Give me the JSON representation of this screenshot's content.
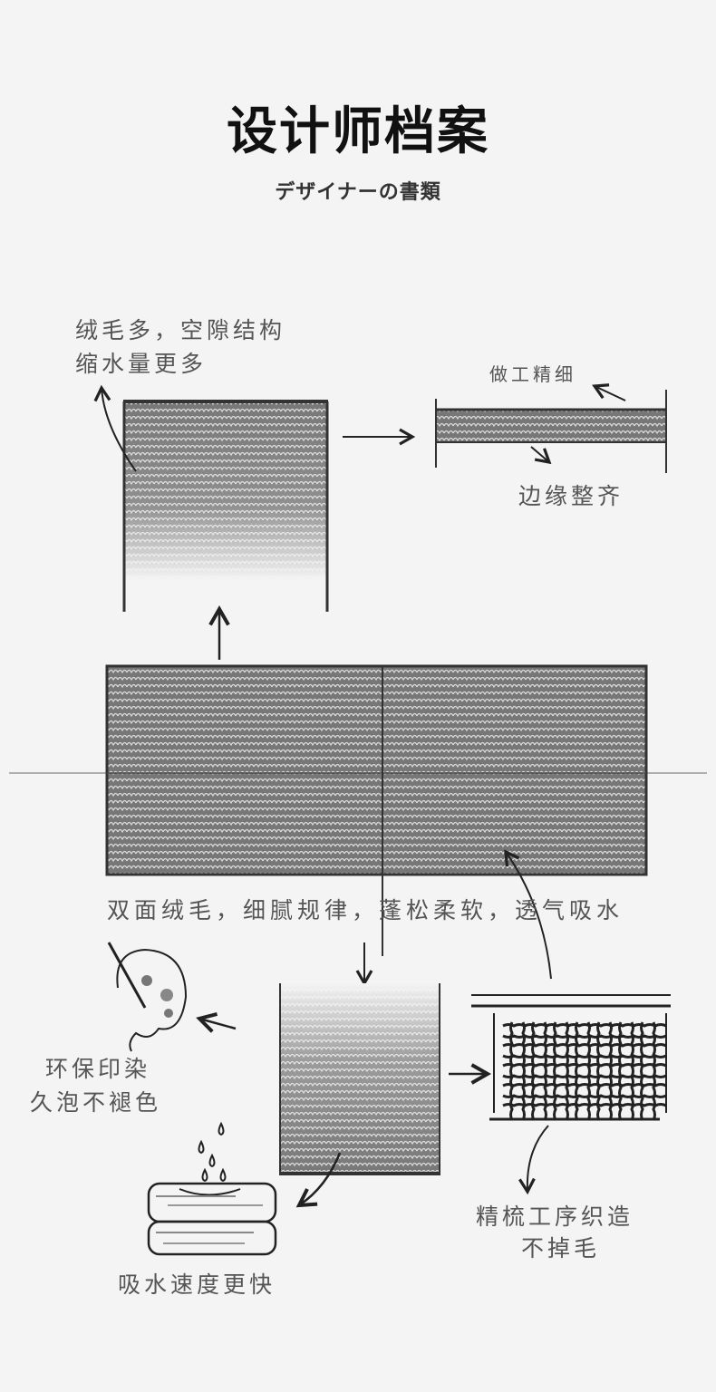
{
  "header": {
    "title": "设计师档案",
    "subtitle": "デザイナーの書類"
  },
  "annotations": {
    "fluff": [
      "绒毛多，空隙结构",
      "缩水量更多"
    ],
    "workmanship": "做工精细",
    "edges": "边缘整齐",
    "double_sided": "双面绒毛，细腻规律，蓬松柔软，透气吸水",
    "dyeing": [
      "环保印染",
      "久泡不褪色"
    ],
    "combing": [
      "精梳工序织造",
      "不掉毛"
    ],
    "absorb": "吸水速度更快"
  },
  "icons": [
    "palette-icon",
    "water-drops-icon",
    "folded-towel-icon"
  ],
  "colors": {
    "background": "#f4f4f4",
    "ink": "#222222",
    "text": "#555555"
  }
}
